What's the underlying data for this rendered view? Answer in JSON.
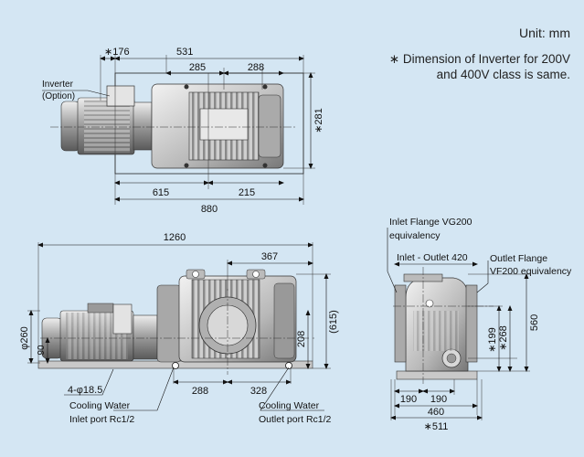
{
  "header": {
    "unit": "Unit: mm",
    "note_line1": "∗ Dimension of Inverter for 200V",
    "note_line2": "and 400V class is same."
  },
  "top_view": {
    "dims": {
      "d176": "∗176",
      "d531": "531",
      "d285": "285",
      "d288": "288",
      "d281": "∗281",
      "d615": "615",
      "d215": "215",
      "d880": "880"
    },
    "labels": {
      "inverter": "Inverter",
      "option": "(Option)"
    }
  },
  "front_view": {
    "dims": {
      "d1260": "1260",
      "d367": "367",
      "d615p": "(615)",
      "d208": "208",
      "phi260": "φ260",
      "d90": "90",
      "holes": "4-φ18.5",
      "d288b": "288",
      "d328": "328"
    },
    "labels": {
      "cw_in1": "Cooling Water",
      "cw_in2": "Inlet port Rc1/2",
      "cw_out1": "Cooling Water",
      "cw_out2": "Outlet port Rc1/2"
    }
  },
  "side_view": {
    "labels": {
      "inlet1": "Inlet Flange VG200",
      "inlet2": "equivalency",
      "inlet_outlet": "Inlet - Outlet  420",
      "outlet1": "Outlet Flange",
      "outlet2": "VF200 equivalency"
    },
    "dims": {
      "d190a": "190",
      "d190b": "190",
      "d460": "460",
      "d511": "∗511",
      "d199": "∗199",
      "d268": "∗268",
      "d560": "560"
    }
  }
}
